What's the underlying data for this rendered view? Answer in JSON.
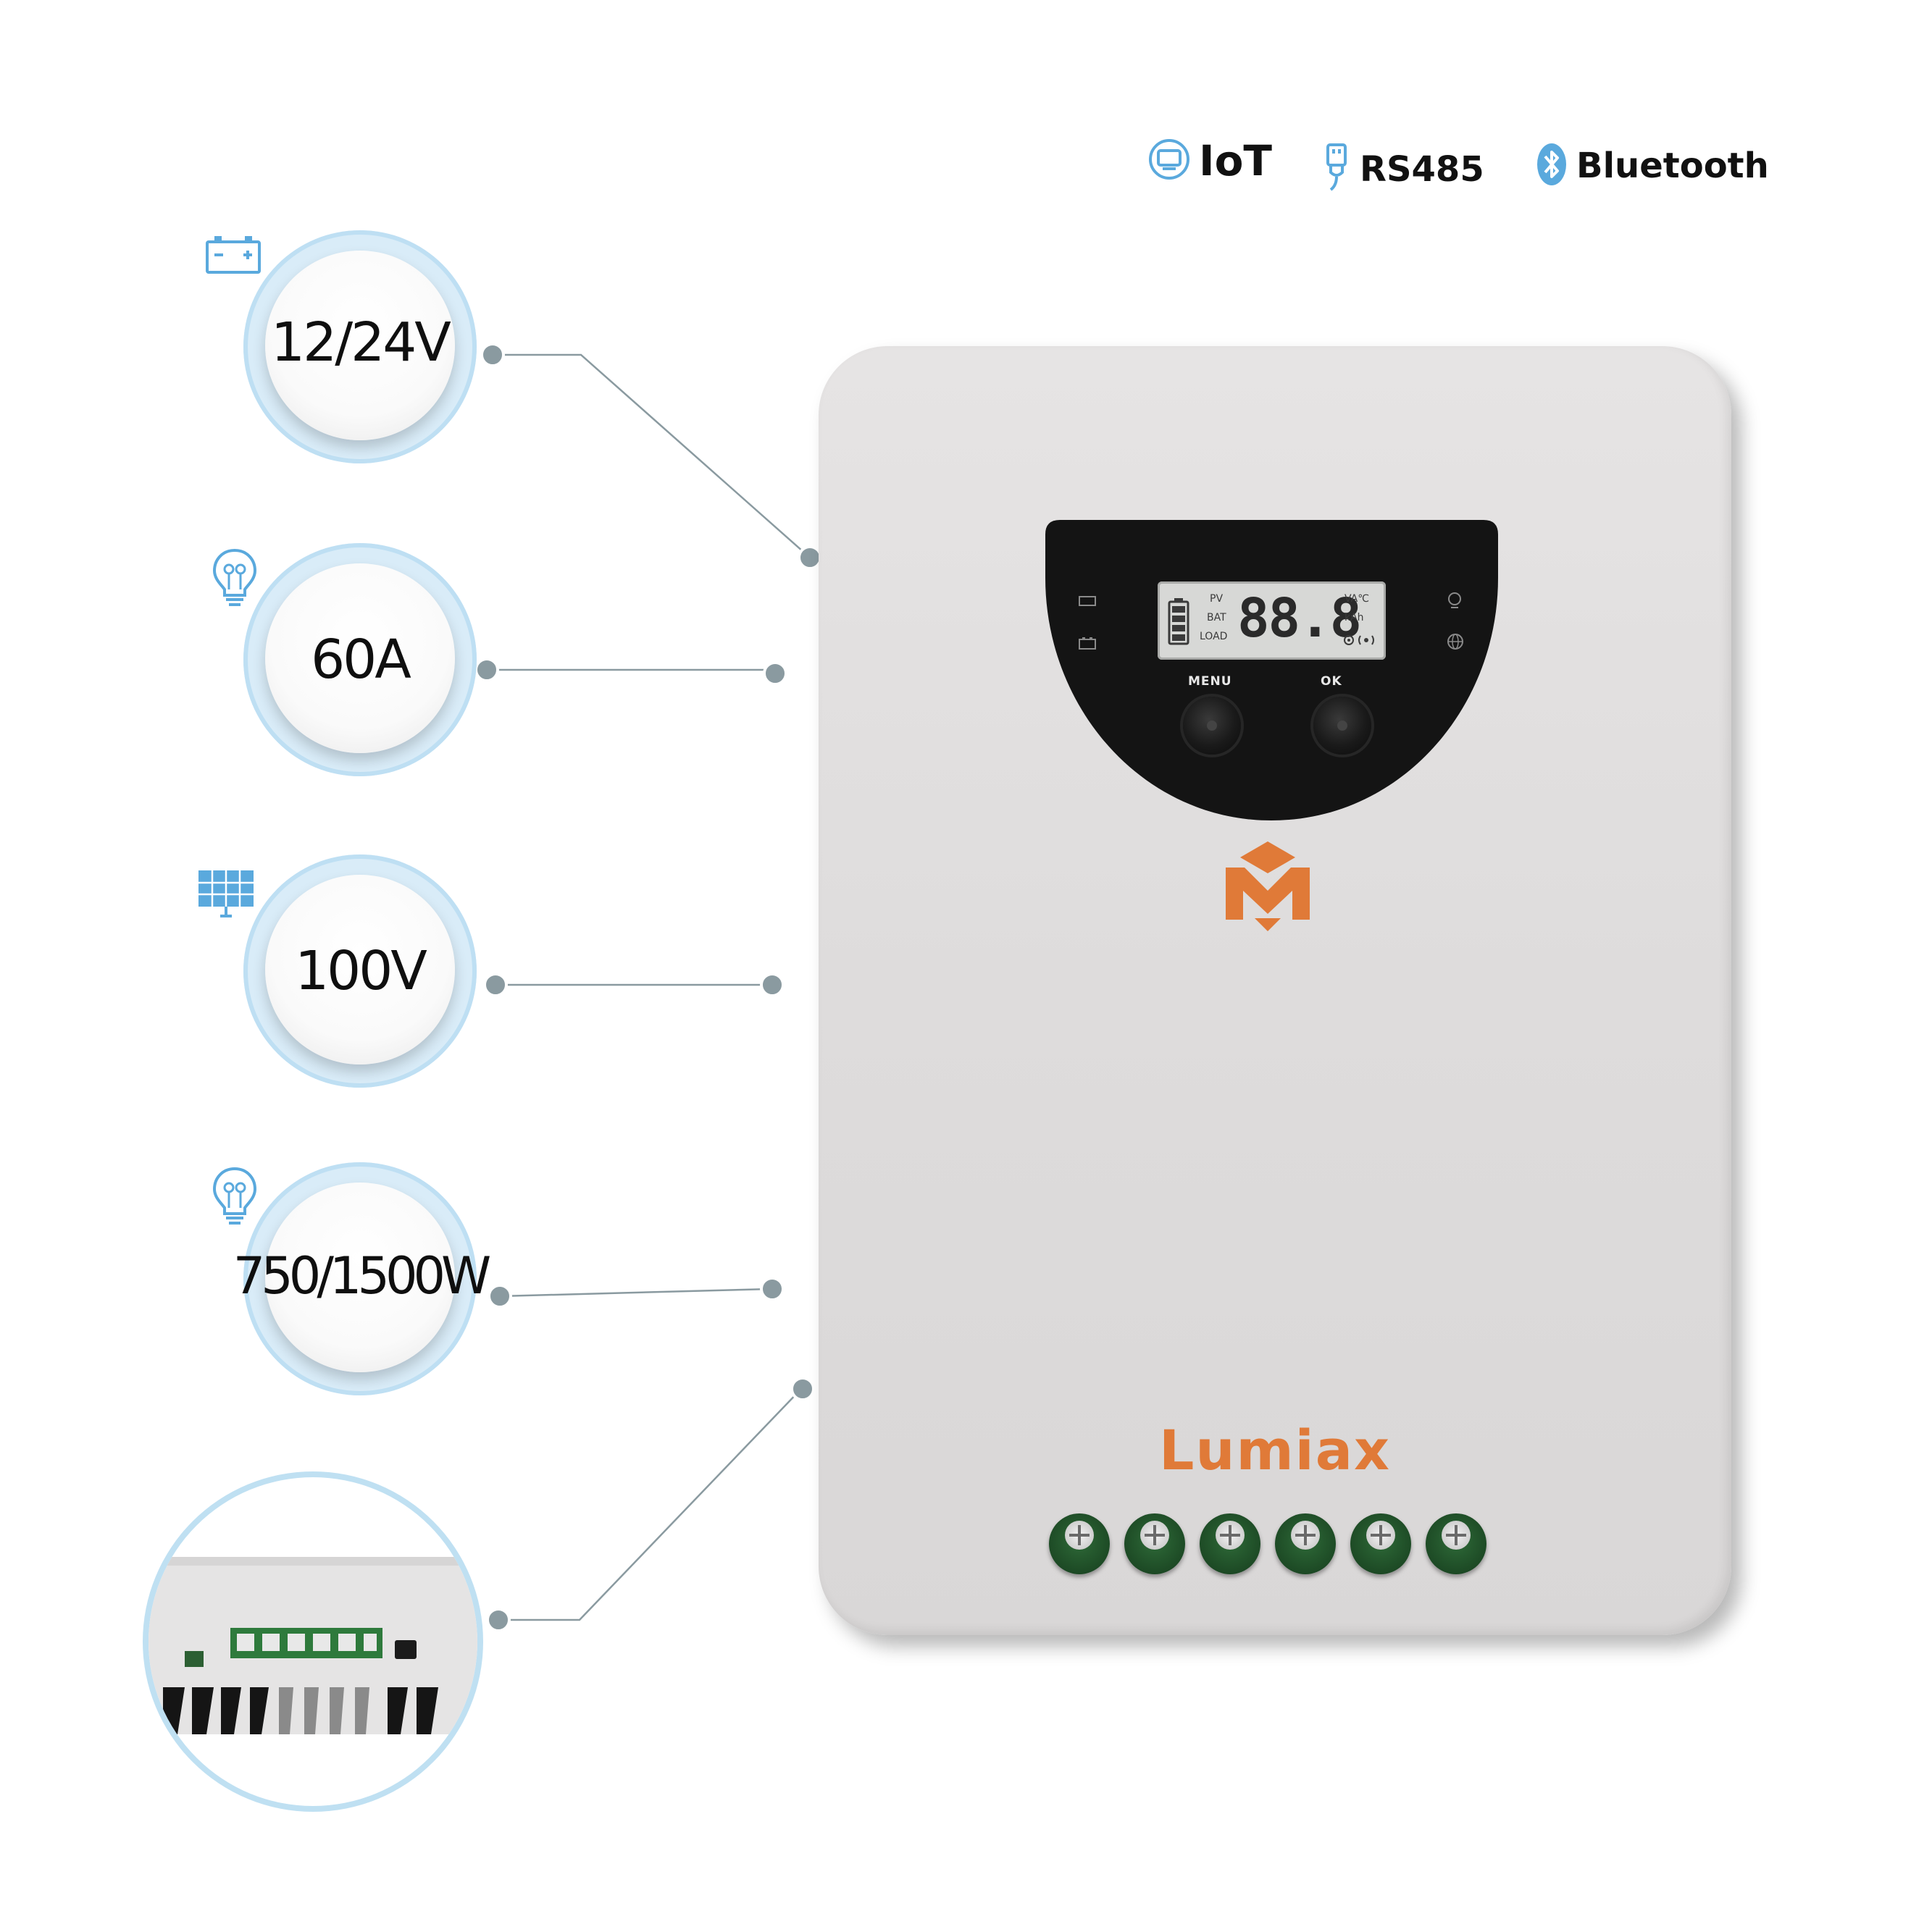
{
  "connectivity": [
    {
      "label": "IoT",
      "icon": "iot-monitor-icon"
    },
    {
      "label": "RS485",
      "icon": "rs485-plug-icon"
    },
    {
      "label": "Bluetooth",
      "icon": "bluetooth-icon"
    }
  ],
  "specs": [
    {
      "value": "12/24V",
      "icon": "battery-icon"
    },
    {
      "value": "60A",
      "icon": "bulb-icon"
    },
    {
      "value": "100V",
      "icon": "solar-panel-icon"
    },
    {
      "value": "750/1500W",
      "icon": "bulb-icon"
    }
  ],
  "device": {
    "brand": "Lumiax",
    "lcd": {
      "labels": [
        "PV",
        "BAT",
        "LOAD"
      ],
      "digits": "88.8",
      "units_top": "VA℃",
      "units_bottom": "kAh"
    },
    "buttons": {
      "menu": "MENU",
      "ok": "OK"
    },
    "terminal_count": 6
  },
  "colors": {
    "accent_blue": "#5aa9dd",
    "brand_orange": "#e07a38",
    "connector_gray": "#8a9aa0",
    "terminal_green": "#1d4a25"
  }
}
